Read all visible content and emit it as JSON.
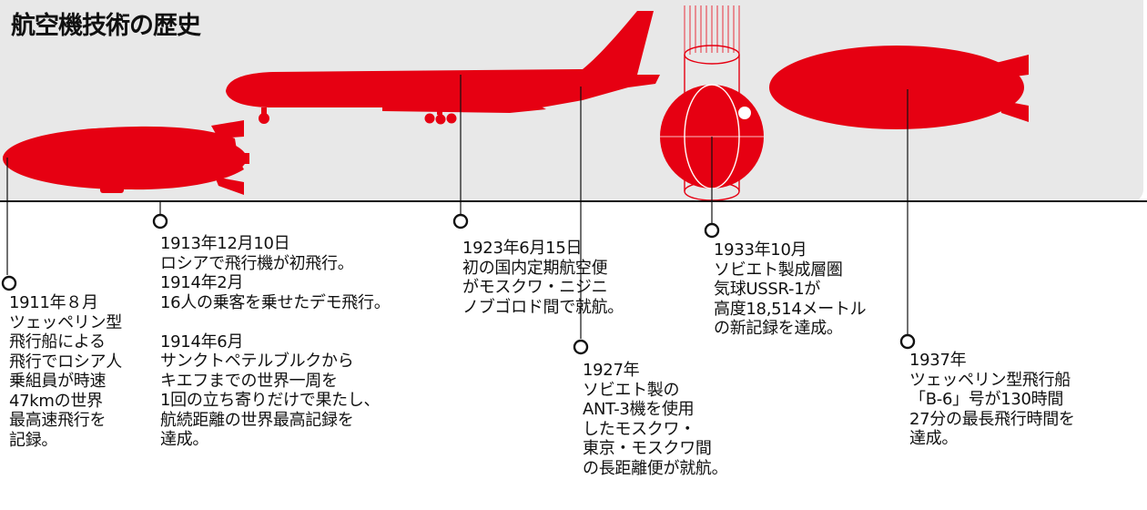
{
  "title": "航空機技術の歴史",
  "colors": {
    "accent": "#e60012",
    "banner": "#e8e8e8",
    "line": "#111111"
  },
  "events": [
    {
      "id": "e1911",
      "text": "1911年８月\nツェッペリン型\n飛行船による\n飛行でロシア人\n乗組員が時速\n47kmの世界\n最高速飛行を\n記録。"
    },
    {
      "id": "e1913",
      "text": "1913年12月10日\nロシアで飛行機が初飛行。\n1914年2月\n16人の乗客を乗せたデモ飛行。\n\n1914年6月\nサンクトペテルブルクから\nキエフまでの世界一周を\n1回の立ち寄りだけで果たし、\n航続距離の世界最高記録を\n達成。"
    },
    {
      "id": "e1923",
      "text": "1923年6月15日\n初の国内定期航空便\nがモスクワ・ニジニ\nノブゴロド間で就航。"
    },
    {
      "id": "e1927",
      "text": "1927年\nソビエト製の\nANT-3機を使用\nしたモスクワ・\n東京・モスクワ間\nの長距離便が就航。"
    },
    {
      "id": "e1933",
      "text": "1933年10月\nソビエト製成層圏\n気球USSR-1が\n高度18,514メートル\nの新記録を達成。"
    },
    {
      "id": "e1937",
      "text": "1937年\nツェッペリン型飛行船\n「B-6」号が130時間\n27分の最長飛行時間を\n達成。"
    }
  ]
}
